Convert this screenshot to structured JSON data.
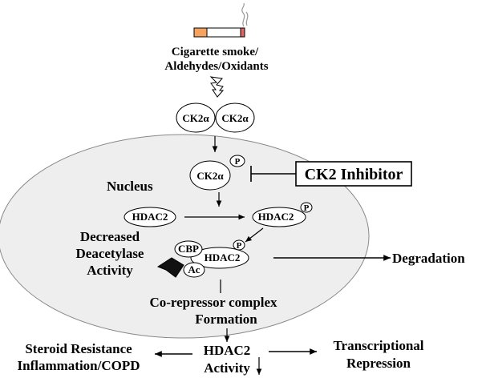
{
  "stimulus": {
    "line1": "Cigarette smoke/",
    "line2": "Aldehydes/Oxidants"
  },
  "ck2_dimer": {
    "left": "CK2α",
    "right": "CK2α"
  },
  "nucleus": {
    "label": "Nucleus",
    "ck2": "CK2α",
    "phospho_mark": "P",
    "hdac2": "HDAC2",
    "hdac2_phospho": "HDAC2",
    "complex": {
      "cbp": "CBP",
      "hdac2": "HDAC2",
      "ac": "Ac"
    },
    "deacetylase": {
      "line1": "Decreased",
      "line2": "Deacetylase",
      "line3": "Activity"
    },
    "corepressor": {
      "line1": "Co-repressor complex",
      "line2": "Formation"
    }
  },
  "inhibitor": "CK2 Inhibitor",
  "degradation": "Degradation",
  "outcome": {
    "line1": "HDAC2",
    "line2": "Activity"
  },
  "left_effect": {
    "line1": "Steroid Resistance",
    "line2": "Inflammation/COPD"
  },
  "right_effect": {
    "line1": "Transcriptional",
    "line2": "Repression"
  },
  "colors": {
    "filter_tip": "#f4a460",
    "ember": "#e06666",
    "nucleus_fill": "#eeeeee"
  }
}
